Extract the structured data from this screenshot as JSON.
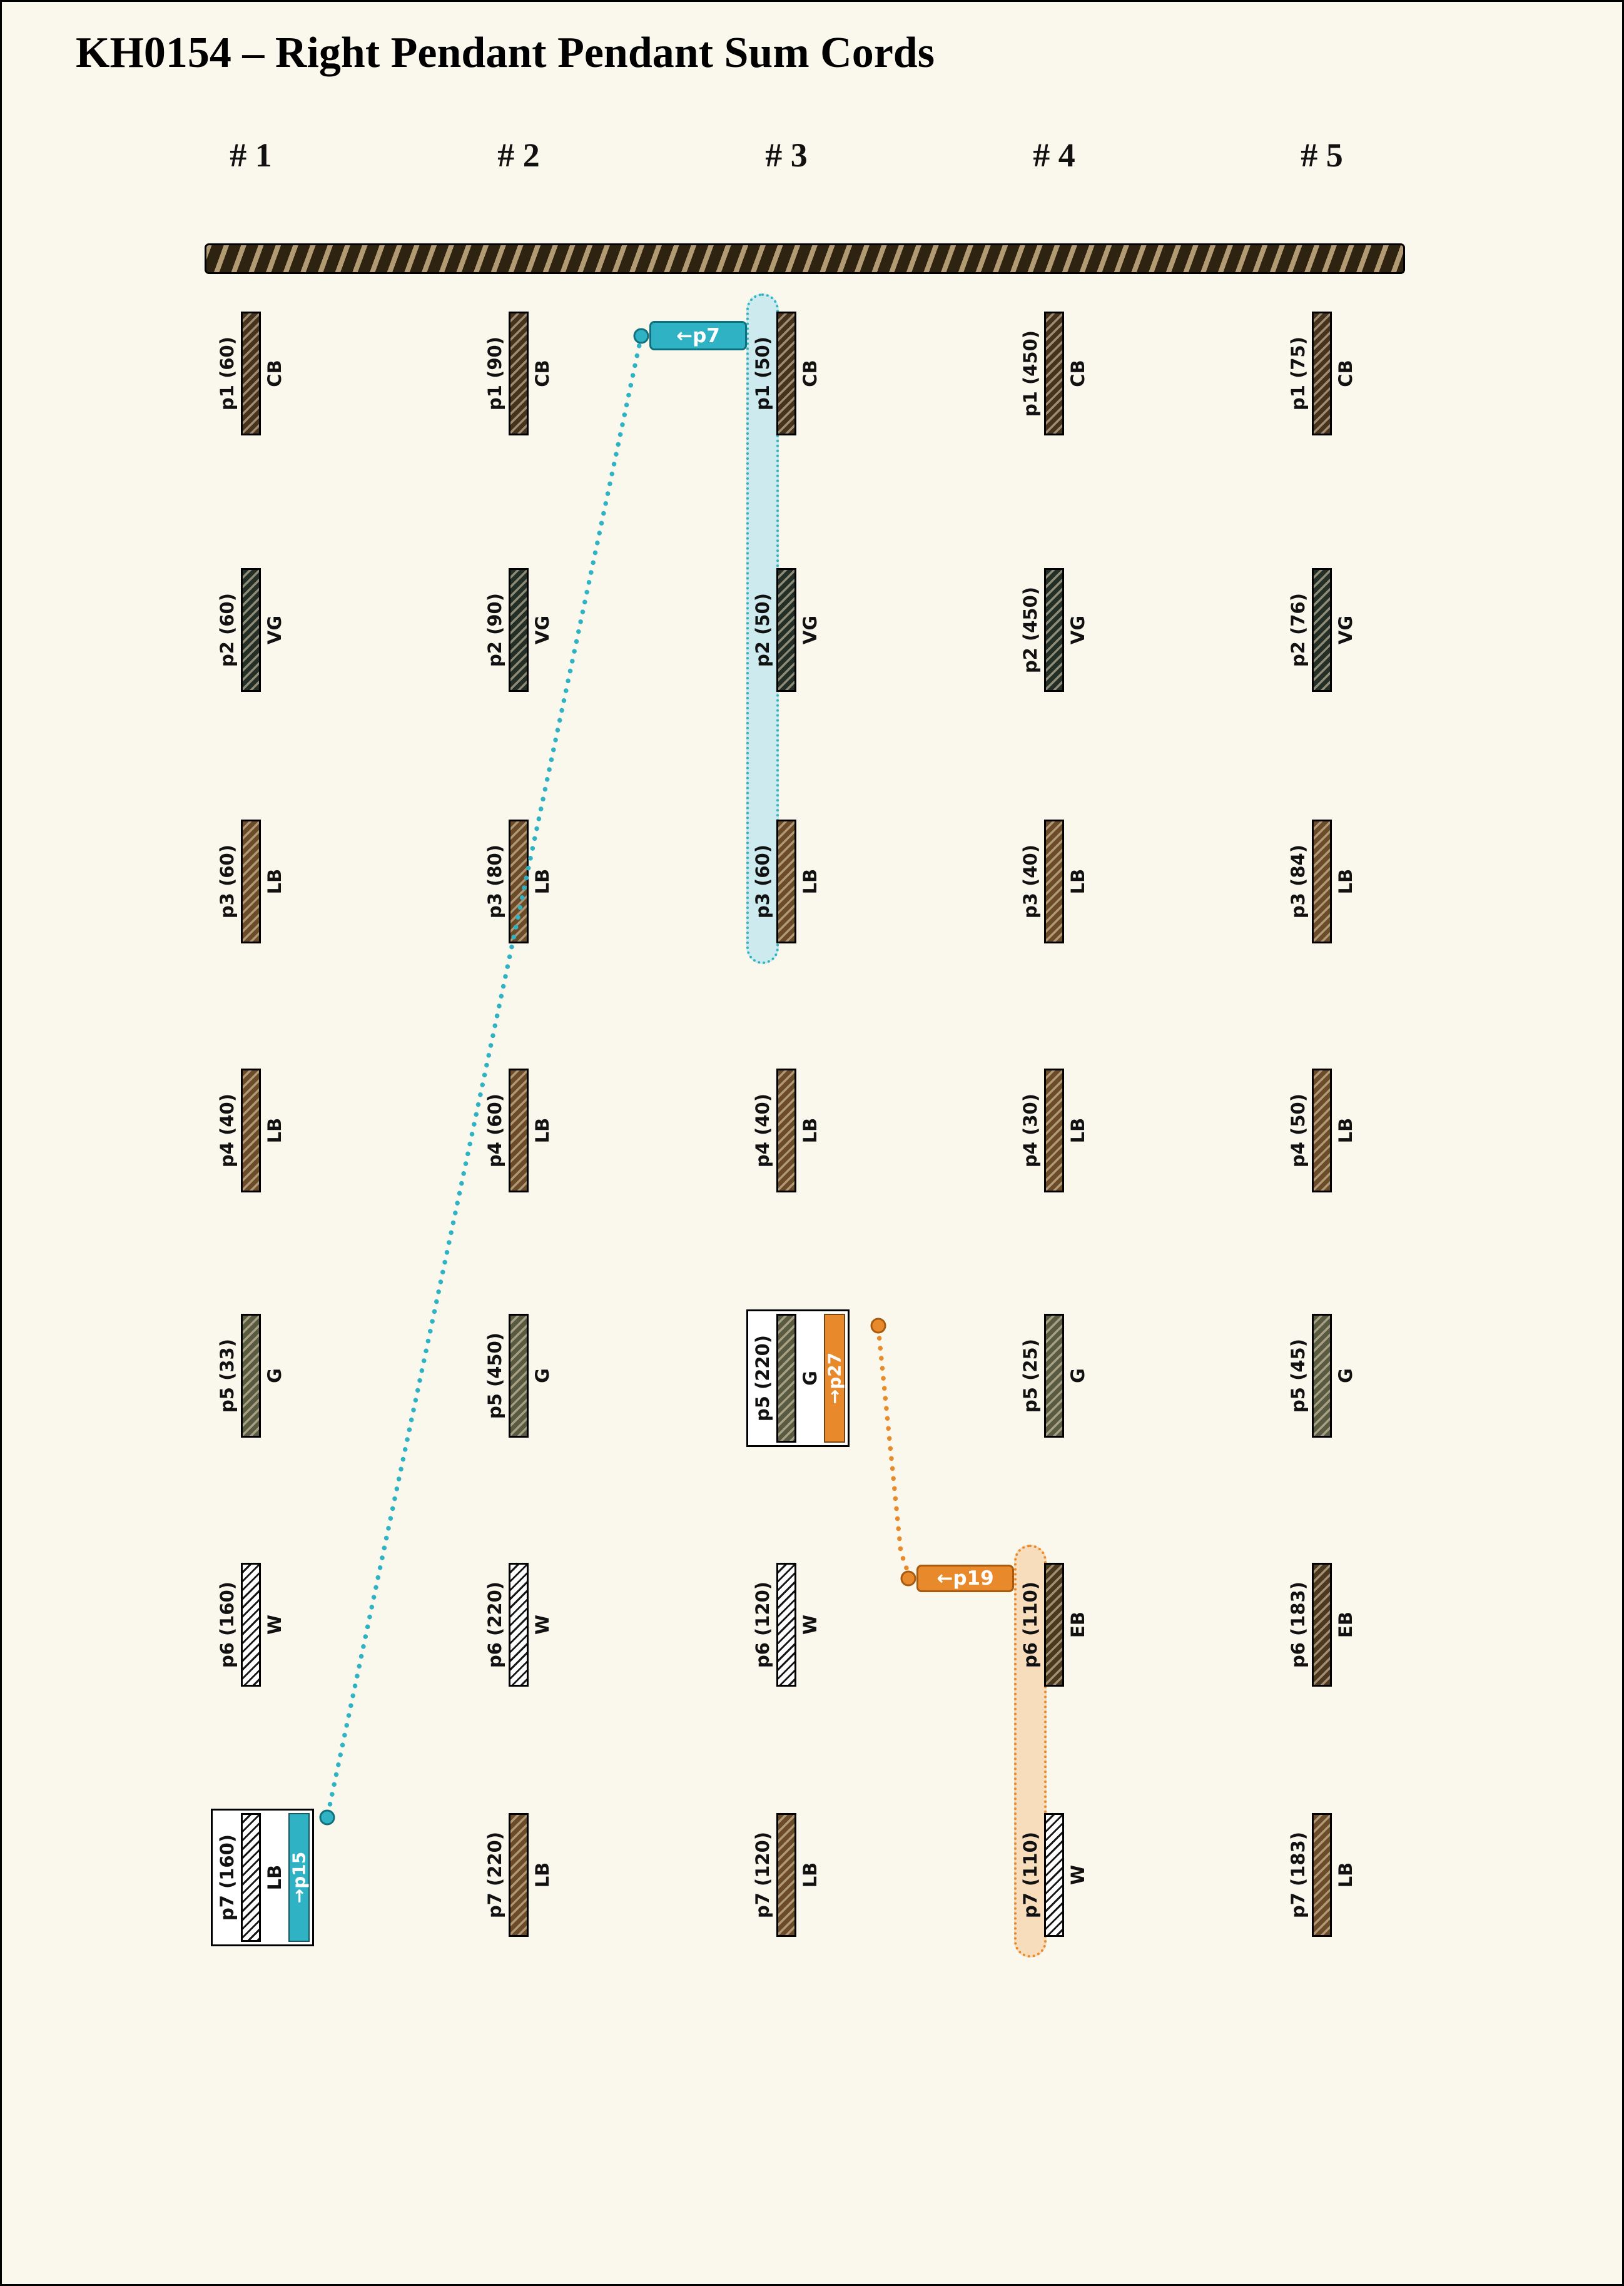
{
  "title": "KH0154 – Right Pendant Pendant Sum Cords",
  "palette": {
    "background": "#faf7ec",
    "teal": "#2fb3c4",
    "teal_dark": "#11707e",
    "teal_light": "#cdebef",
    "orange": "#e8892b",
    "orange_dark": "#a85a0e",
    "orange_light": "#f8ddbd",
    "primary_cord": "#2e2310",
    "cord_colors": {
      "CB": "#46321d",
      "VG": "#232e27",
      "LB": "#6b4b28",
      "G": "#585a41",
      "EB": "#4c371f",
      "W": "#ffffff"
    }
  },
  "groups": [
    {
      "header": "# 1",
      "pendants": [
        {
          "label": "p1 (60)",
          "code": "CB"
        },
        {
          "label": "p2 (60)",
          "code": "VG"
        },
        {
          "label": "p3 (60)",
          "code": "LB"
        },
        {
          "label": "p4 (40)",
          "code": "LB"
        },
        {
          "label": "p5 (33)",
          "code": "G"
        },
        {
          "label": "p6 (160)",
          "code": "W"
        },
        {
          "label": "p7 (160)",
          "code": "LB",
          "boxed": true,
          "bar_fill": "W",
          "sum_tag": {
            "label": "→p15",
            "color": "teal"
          }
        }
      ]
    },
    {
      "header": "# 2",
      "pendants": [
        {
          "label": "p1 (90)",
          "code": "CB"
        },
        {
          "label": "p2 (90)",
          "code": "VG"
        },
        {
          "label": "p3 (80)",
          "code": "LB"
        },
        {
          "label": "p4 (60)",
          "code": "LB"
        },
        {
          "label": "p5 (450)",
          "code": "G"
        },
        {
          "label": "p6 (220)",
          "code": "W"
        },
        {
          "label": "p7 (220)",
          "code": "LB"
        }
      ]
    },
    {
      "header": "# 3",
      "pendants": [
        {
          "label": "p1 (50)",
          "code": "CB",
          "highlight": "teal"
        },
        {
          "label": "p2 (50)",
          "code": "VG",
          "highlight": "teal"
        },
        {
          "label": "p3 (60)",
          "code": "LB",
          "highlight": "teal"
        },
        {
          "label": "p4 (40)",
          "code": "LB"
        },
        {
          "label": "p5 (220)",
          "code": "G",
          "boxed": true,
          "sum_tag": {
            "label": "→p27",
            "color": "orange"
          }
        },
        {
          "label": "p6 (120)",
          "code": "W"
        },
        {
          "label": "p7 (120)",
          "code": "LB"
        }
      ]
    },
    {
      "header": "# 4",
      "pendants": [
        {
          "label": "p1 (450)",
          "code": "CB"
        },
        {
          "label": "p2 (450)",
          "code": "VG"
        },
        {
          "label": "p3 (40)",
          "code": "LB"
        },
        {
          "label": "p4 (30)",
          "code": "LB"
        },
        {
          "label": "p5 (25)",
          "code": "G"
        },
        {
          "label": "p6 (110)",
          "code": "EB",
          "highlight": "orange"
        },
        {
          "label": "p7 (110)",
          "code": "W",
          "highlight": "orange"
        }
      ]
    },
    {
      "header": "# 5",
      "pendants": [
        {
          "label": "p1 (75)",
          "code": "CB"
        },
        {
          "label": "p2 (76)",
          "code": "VG"
        },
        {
          "label": "p3 (84)",
          "code": "LB"
        },
        {
          "label": "p4 (50)",
          "code": "LB"
        },
        {
          "label": "p5 (45)",
          "code": "G"
        },
        {
          "label": "p6 (183)",
          "code": "EB"
        },
        {
          "label": "p7 (183)",
          "code": "LB"
        }
      ]
    }
  ],
  "connectors": [
    {
      "label": "←p7",
      "color": "teal",
      "links_to": "→p15"
    },
    {
      "label": "←p19",
      "color": "orange",
      "links_to": "→p27"
    }
  ]
}
